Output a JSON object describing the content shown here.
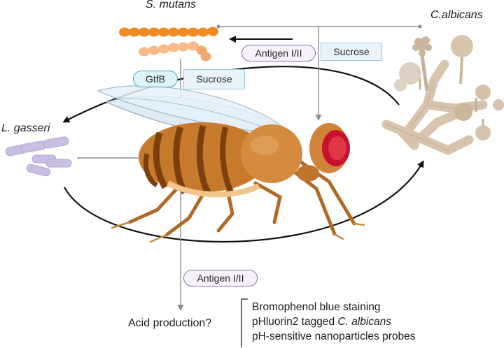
{
  "organisms": {
    "s_mutans": "S. mutans",
    "c_albicans": "C.albicans",
    "l_gasseri": "L. gasseri"
  },
  "tags": {
    "antigen_top": "Antigen I/II",
    "sucrose_top": "Sucrose",
    "gtfb": "GtfB",
    "sucrose_mid": "Sucrose",
    "antigen_bottom": "Antigen I/II"
  },
  "readout": {
    "question": "Acid production?",
    "methods": [
      {
        "text": "Bromophenol blue staining"
      },
      {
        "prefix": "pHluorin2 tagged ",
        "italic": "C. albicans"
      },
      {
        "text": "pH-sensitive nanoparticles probes"
      }
    ]
  },
  "colors": {
    "s_mutans_dark": "#f08a24",
    "s_mutans_light": "#f7b98a",
    "c_albicans": "#d8c4ae",
    "l_gasseri": "#c9bfe3",
    "antigen_border": "#8a6db5",
    "gtfb_border": "#4f9fc0",
    "fly_body": "#c87a2c",
    "fly_eye": "#c8112b"
  },
  "icons": [
    "s-mutans-chain-icon",
    "c-albicans-hyphae-icon",
    "l-gasseri-rods-icon",
    "drosophila-fly-icon"
  ]
}
